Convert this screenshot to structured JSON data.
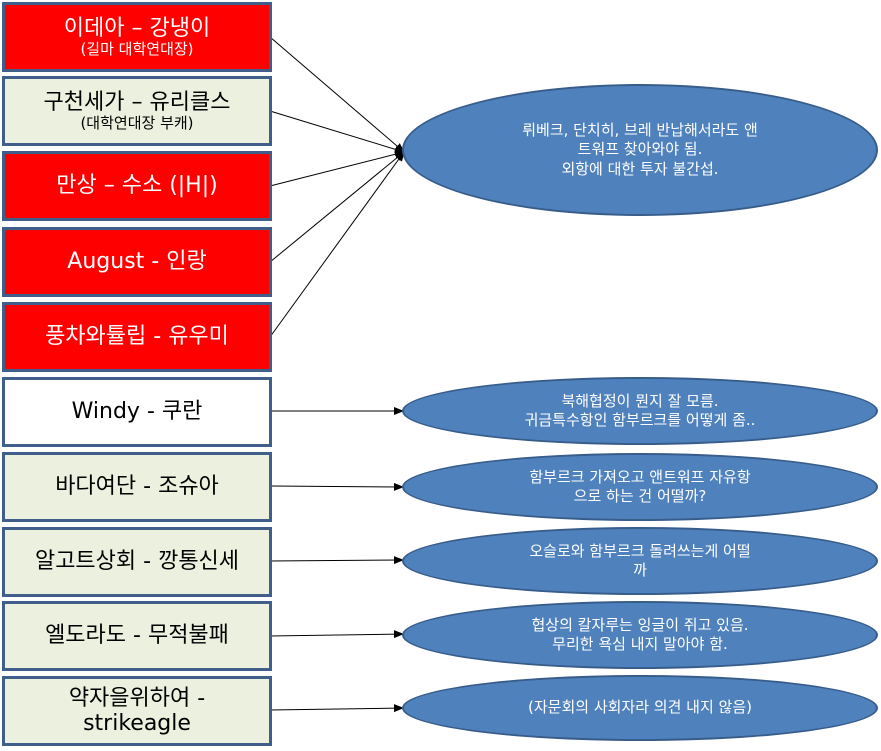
{
  "boxes": [
    {
      "title": "이데아 – 강냉이",
      "sub": "(길마 대학연대장)",
      "style": "red"
    },
    {
      "title": "구천세가 – 유리클스",
      "sub": "(대학연대장 부캐)",
      "style": "green"
    },
    {
      "title": "만상 – 수소 (|H|)",
      "sub": "",
      "style": "red"
    },
    {
      "title": "August - 인랑",
      "sub": "",
      "style": "red"
    },
    {
      "title": "풍차와튤립 - 유우미",
      "sub": "",
      "style": "red"
    },
    {
      "title": "Windy - 쿠란",
      "sub": "",
      "style": "white"
    },
    {
      "title": "바다여단 - 조슈아",
      "sub": "",
      "style": "green"
    },
    {
      "title": "알고트상회 - 깡통신세",
      "sub": "",
      "style": "green"
    },
    {
      "title": "엘도라도 - 무적불패",
      "sub": "",
      "style": "green"
    },
    {
      "title": "약자을위하여 -",
      "sub": "strikeagle",
      "style": "green"
    }
  ],
  "opinions": [
    {
      "lines": [
        "뤼베크, 단치히, 브레 반납해서라도 앤",
        "트워프 찾아와야 됨.",
        "외항에 대한 투자 불간섭."
      ]
    },
    {
      "lines": [
        "북해협정이 뭔지 잘 모름.",
        "귀금특수항인 함부르크를 어떻게 좀.."
      ]
    },
    {
      "lines": [
        "함부르크 가져오고 앤트워프 자유항",
        "으로 하는 건 어떨까?"
      ]
    },
    {
      "lines": [
        "오슬로와 함부르크 돌려쓰는게 어떨",
        "까"
      ]
    },
    {
      "lines": [
        "협상의 칼자루는 잉글이 쥐고 있음.",
        "무리한 욕심 내지 말아야 함."
      ]
    },
    {
      "lines": [
        "(자문회의 사회자라 의견 내지 않음)"
      ]
    }
  ],
  "colors": {
    "red": "#ff0000",
    "green": "#ebf1de",
    "ellipse": "#4f81bd",
    "border": "#3f5f8a"
  }
}
